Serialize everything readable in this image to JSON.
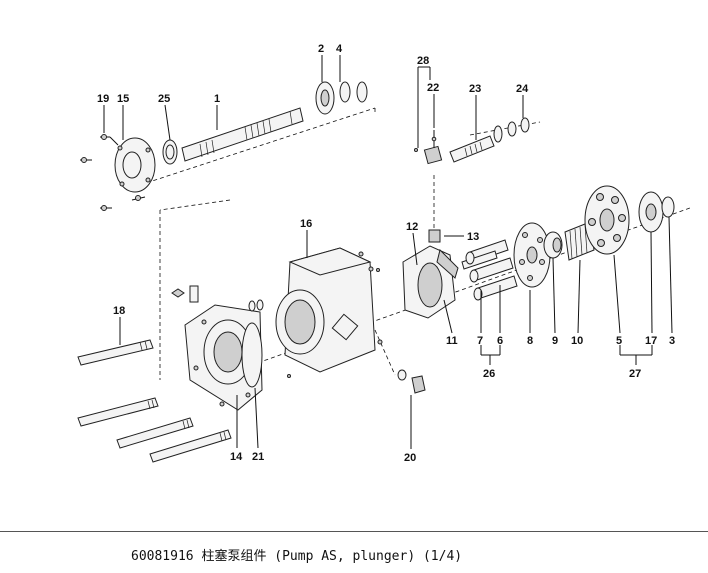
{
  "caption": "60081916 柱塞泵组件 (Pump AS, plunger) (1/4)",
  "callouts": {
    "c1": "1",
    "c2": "2",
    "c3": "3",
    "c4": "4",
    "c5": "5",
    "c6": "6",
    "c7": "7",
    "c8": "8",
    "c9": "9",
    "c10": "10",
    "c11": "11",
    "c12": "12",
    "c13": "13",
    "c14": "14",
    "c15": "15",
    "c16": "16",
    "c17": "17",
    "c18": "18",
    "c19": "19",
    "c20": "20",
    "c21": "21",
    "c22": "22",
    "c23": "23",
    "c24": "24",
    "c25": "25",
    "c26": "26",
    "c27": "27",
    "c28": "28"
  }
}
